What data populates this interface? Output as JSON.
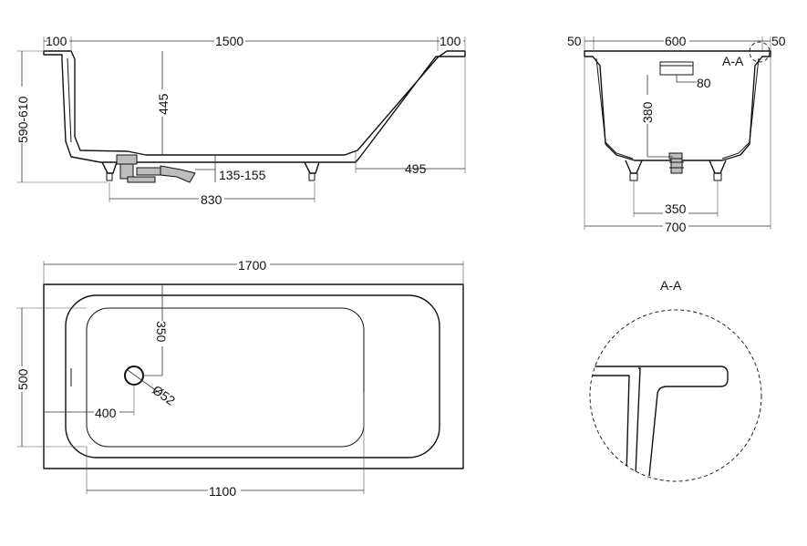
{
  "side_view": {
    "dims": {
      "top_left": "100",
      "top_mid": "1500",
      "top_right": "100",
      "height_total": "590-610",
      "depth": "445",
      "drain_height": "135-155",
      "bottom_right": "495",
      "legs": "830"
    }
  },
  "end_view": {
    "dims": {
      "rim_left": "50",
      "top_width": "600",
      "rim_right": "50",
      "overflow": "80",
      "depth": "380",
      "legs": "350",
      "total_width": "700"
    },
    "section_marker": "A-A"
  },
  "plan_view": {
    "dims": {
      "length": "1700",
      "width": "500",
      "drain_y": "350",
      "drain_diameter": "Ø52",
      "drain_x": "400",
      "inner_length": "1100"
    }
  },
  "detail_view": {
    "title": "A-A"
  }
}
